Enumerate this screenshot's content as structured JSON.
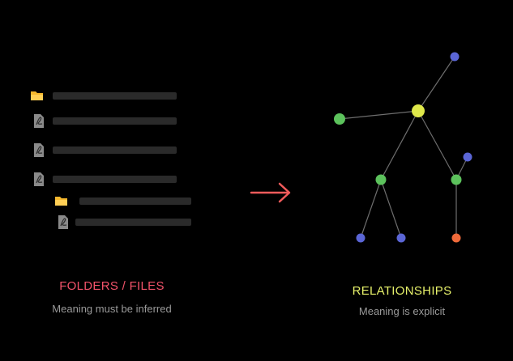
{
  "left_panel": {
    "title": "FOLDERS / FILES",
    "subtitle": "Meaning must be inferred",
    "title_color": "#f2536a",
    "rows": [
      {
        "icon": "folder-icon",
        "indent": 0
      },
      {
        "icon": "pdf-file-icon",
        "indent": 0
      },
      {
        "icon": "pdf-file-icon",
        "indent": 0
      },
      {
        "icon": "pdf-file-icon",
        "indent": 0
      },
      {
        "icon": "folder-icon",
        "indent": 1
      },
      {
        "icon": "pdf-file-icon",
        "indent": 1
      }
    ]
  },
  "arrow": {
    "icon": "right-arrow-icon",
    "color": "#f25b5b"
  },
  "right_panel": {
    "title": "RELATIONSHIPS",
    "subtitle": "Meaning is explicit",
    "title_color": "#e6f06a"
  },
  "colors": {
    "background": "#000000",
    "folder": "#f5b82e",
    "file": "#8a8a8a",
    "bar": "#2a2a2a",
    "edge": "#6e6e6e",
    "node_root": "#dfe84a",
    "node_green": "#5cc25c",
    "node_blue": "#5b66d6",
    "node_orange": "#f06a3a"
  }
}
